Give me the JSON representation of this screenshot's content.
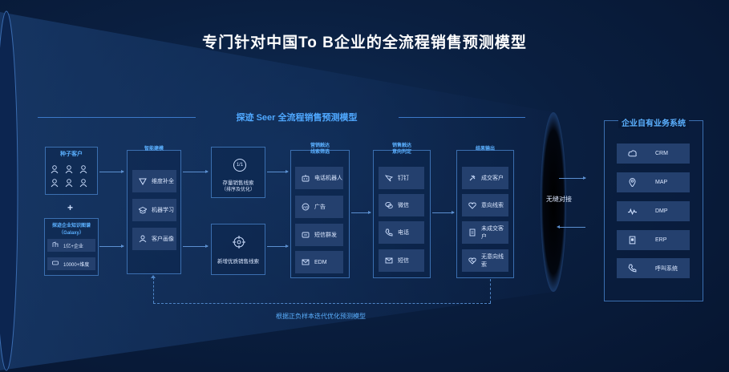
{
  "title": "专门针对中国To B企业的全流程销售预测模型",
  "seer_model_title": "探迹 Seer 全流程销售预测模型",
  "seed_customers": {
    "title": "种子客户"
  },
  "plus_sign": "+",
  "knowledge_graph": {
    "title_line1": "探迹企业知识图谱",
    "title_line2": "（Galaxy）",
    "items": [
      {
        "label": "1亿+企业",
        "icon": "building-icon"
      },
      {
        "label": "10000+维度",
        "icon": "dimension-icon"
      }
    ]
  },
  "intelligent_modeling": {
    "header": "智能建模",
    "items": [
      {
        "label": "维度补全",
        "icon": "triangle-logo-icon"
      },
      {
        "label": "机器学习",
        "icon": "graduation-cap-icon"
      },
      {
        "label": "客户画像",
        "icon": "user-portrait-icon"
      }
    ]
  },
  "leads": {
    "items": [
      {
        "label_line1": "存量销售线索",
        "label_line2": "（排序及优化）",
        "icon": "sort-icon"
      },
      {
        "label_line1": "新增优质销售线索",
        "label_line2": "",
        "icon": "target-icon"
      }
    ]
  },
  "marketing_reach": {
    "header_line1": "营销触达",
    "header_line2": "线索筛选",
    "items": [
      {
        "label": "电话机器人",
        "icon": "robot-icon"
      },
      {
        "label": "广告",
        "icon": "ad-icon"
      },
      {
        "label": "短信群发",
        "icon": "sms-bulk-icon"
      },
      {
        "label": "EDM",
        "icon": "email-icon"
      }
    ]
  },
  "sales_contact": {
    "header_line1": "销售触达",
    "header_line2": "意向判定",
    "items": [
      {
        "label": "钉钉",
        "icon": "dingtalk-icon"
      },
      {
        "label": "微信",
        "icon": "wechat-icon"
      },
      {
        "label": "电话",
        "icon": "phone-icon"
      },
      {
        "label": "短信",
        "icon": "message-icon"
      }
    ]
  },
  "result_output": {
    "header": "结果输出",
    "items": [
      {
        "label": "成交客户",
        "icon": "deal-icon"
      },
      {
        "label": "意向线索",
        "icon": "intent-icon"
      },
      {
        "label": "未成交客户",
        "icon": "document-icon"
      },
      {
        "label": "无意向线索",
        "icon": "no-intent-icon"
      }
    ]
  },
  "dock_label": "无缝对接",
  "business_systems": {
    "title": "企业自有业务系统",
    "items": [
      {
        "label": "CRM",
        "icon": "cloud-icon"
      },
      {
        "label": "MAP",
        "icon": "map-pin-icon"
      },
      {
        "label": "DMP",
        "icon": "pulse-icon"
      },
      {
        "label": "ERP",
        "icon": "erp-icon"
      },
      {
        "label": "呼叫系统",
        "icon": "call-icon"
      }
    ]
  },
  "feedback_label": "根据正负样本迭代优化预测模型",
  "colors": {
    "background": "#0a1f40",
    "accent": "#4fa8ff",
    "item_bg": "#24406e",
    "border": "#3b6fb0"
  }
}
